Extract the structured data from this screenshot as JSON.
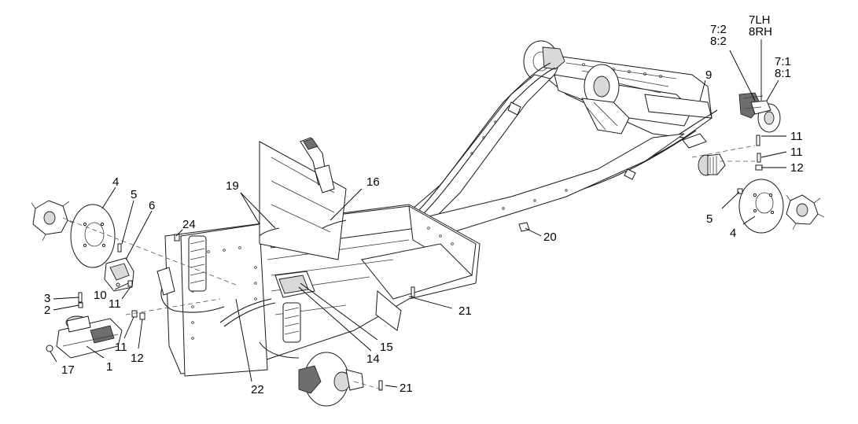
{
  "callouts": {
    "c1": "1",
    "c2": "2",
    "c3": "3",
    "c4a": "4",
    "c4b": "4",
    "c5a": "5",
    "c5b": "5",
    "c6": "6",
    "c7_2": "7:2",
    "c8_2": "8:2",
    "c7lh": "7LH",
    "c8rh": "8RH",
    "c7_1": "7:1",
    "c8_1": "8:1",
    "c9": "9",
    "c10": "10",
    "c11a": "11",
    "c11b": "11",
    "c11c": "11",
    "c11d": "11",
    "c12a": "12",
    "c12b": "12",
    "c14": "14",
    "c15": "15",
    "c16": "16",
    "c17": "17",
    "c19": "19",
    "c20": "20",
    "c21a": "21",
    "c21b": "21",
    "c22": "22",
    "c24": "24"
  }
}
